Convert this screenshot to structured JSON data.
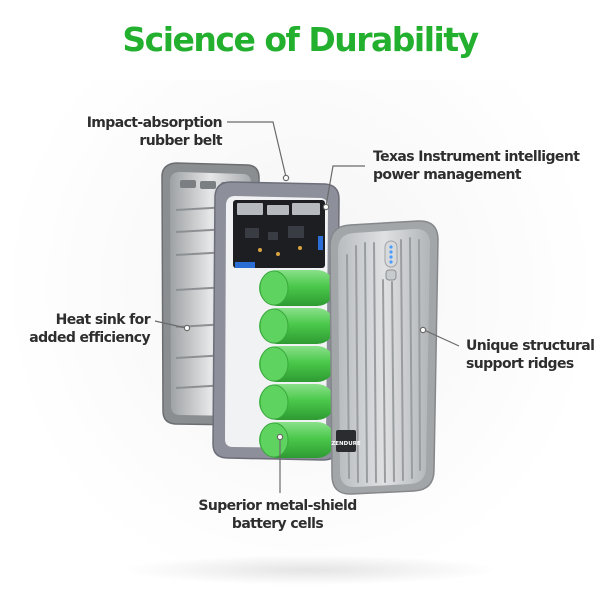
{
  "title": "Science of Durability",
  "callouts": {
    "impact": {
      "lines": [
        "Impact-absorption",
        "rubber belt"
      ]
    },
    "texas": {
      "lines": [
        "Texas Instrument intelligent",
        "power management"
      ]
    },
    "heat": {
      "lines": [
        "Heat sink for",
        "added efficiency"
      ]
    },
    "unique": {
      "lines": [
        "Unique structural",
        "support ridges"
      ]
    },
    "battery": {
      "lines": [
        "Superior metal-shield",
        "battery cells"
      ]
    }
  },
  "brand_logo": "ZENDURE",
  "colors": {
    "title": "#22b02e",
    "battery": "#4bc94b",
    "aluminum": "#c9cccf",
    "rubber_belt": "#8d8f9b",
    "text": "#2e2e2e"
  },
  "icons": {
    "power_button": "power-button-icon",
    "led_indicator": "led-indicator-icon"
  }
}
